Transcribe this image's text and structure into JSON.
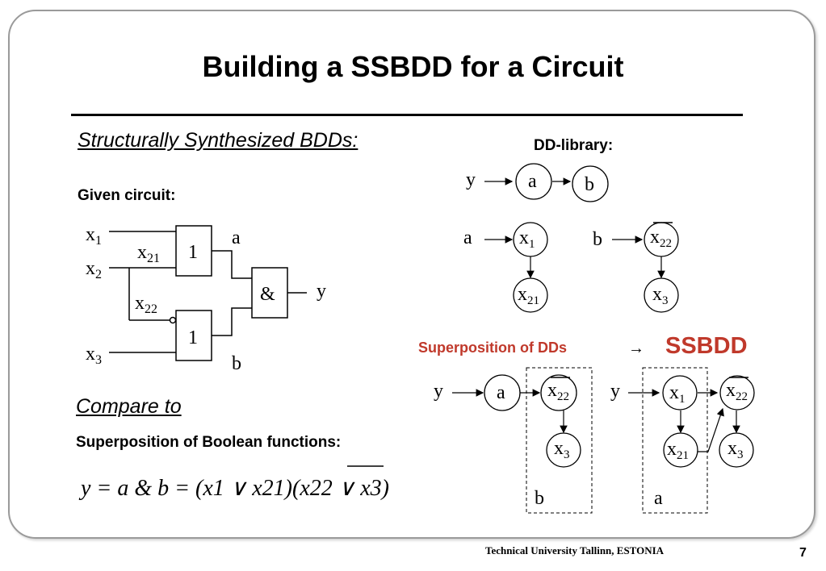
{
  "slide": {
    "title": "Building a SSBDD for a Circuit",
    "subtitle": "Structurally Synthesized BDDs:",
    "given_circuit_label": "Given circuit:",
    "dd_library_label": "DD-library:",
    "superposition_dds_label": "Superposition of DDs",
    "arrow_symbol": "→",
    "ssbdd_label": "SSBDD",
    "compare_to_label": "Compare to",
    "superposition_bool_label": "Superposition of Boolean functions:",
    "footer": "Technical University Tallinn, ESTONIA",
    "page_number": "7"
  },
  "circuit": {
    "inputs": [
      "x",
      "x",
      "x"
    ],
    "input_subs": [
      "1",
      "2",
      "3"
    ],
    "branch_labels": [
      "x",
      "x"
    ],
    "branch_subs": [
      "21",
      "22"
    ],
    "gate_or1": "1",
    "gate_and": "&",
    "gate_or2": "1",
    "out_a": "a",
    "out_b": "b",
    "out_y": "y"
  },
  "dd_library": {
    "y_entry": "y",
    "y_nodes": [
      "a",
      "b"
    ],
    "a_entry": "a",
    "a_nodes": [
      "x",
      "x"
    ],
    "a_node_subs": [
      "1",
      "21"
    ],
    "b_entry": "b",
    "b_nodes": [
      "x",
      "x"
    ],
    "b_node_subs": [
      "22",
      "3"
    ]
  },
  "superposition": {
    "left_entry": "y",
    "left_nodes": [
      "a",
      "x",
      "x"
    ],
    "left_node_subs": [
      "",
      "22",
      "3"
    ],
    "left_box_label": "b",
    "right_entry": "y",
    "right_nodes": [
      "x",
      "x",
      "x",
      "x"
    ],
    "right_node_subs": [
      "1",
      "21",
      "22",
      "3"
    ],
    "right_box_label": "a"
  },
  "formula": {
    "text": "y = a & b = (x1 ∨ x21)(x22 ∨ x3)"
  },
  "colors": {
    "accent_red": "#c0392b",
    "text": "#000000",
    "frame": "#9a9a9a"
  }
}
